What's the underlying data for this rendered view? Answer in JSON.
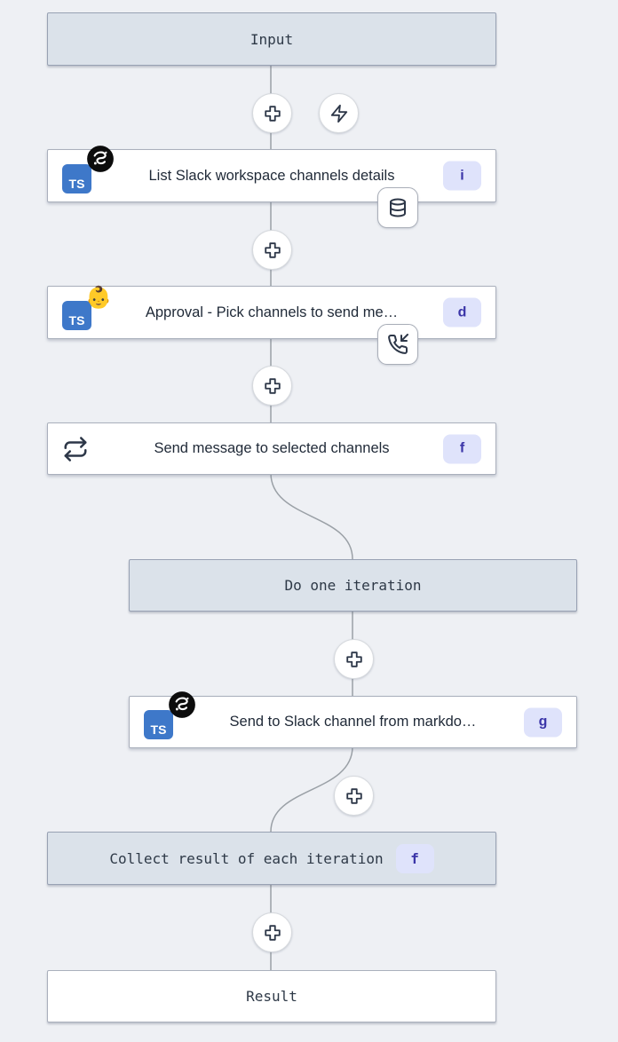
{
  "flow": {
    "input": {
      "label": "Input"
    },
    "step1": {
      "label": "List Slack workspace channels details",
      "badge": "i",
      "lang": "TS",
      "attachment_icon": "database"
    },
    "step2": {
      "label": "Approval - Pick channels to send me…",
      "badge": "d",
      "lang": "TS",
      "emoji": "👶",
      "attachment_icon": "phone-incoming"
    },
    "step3": {
      "label": "Send message to selected channels",
      "badge": "f"
    },
    "iteration": {
      "label": "Do one iteration"
    },
    "step4": {
      "label": "Send to Slack channel from markdo…",
      "badge": "g",
      "lang": "TS"
    },
    "collect": {
      "label": "Collect result of each iteration",
      "badge": "f"
    },
    "result": {
      "label": "Result"
    }
  },
  "colors": {
    "canvas_background": "#eef0f4",
    "header_fill": "#dbe2ea",
    "node_fill": "#ffffff",
    "border": "#98a1b3",
    "connector_line": "#9aa0a6",
    "badge_background": "#dfe3fb",
    "badge_text": "#3b35a8",
    "typescript_blue": "#3e78c9"
  }
}
